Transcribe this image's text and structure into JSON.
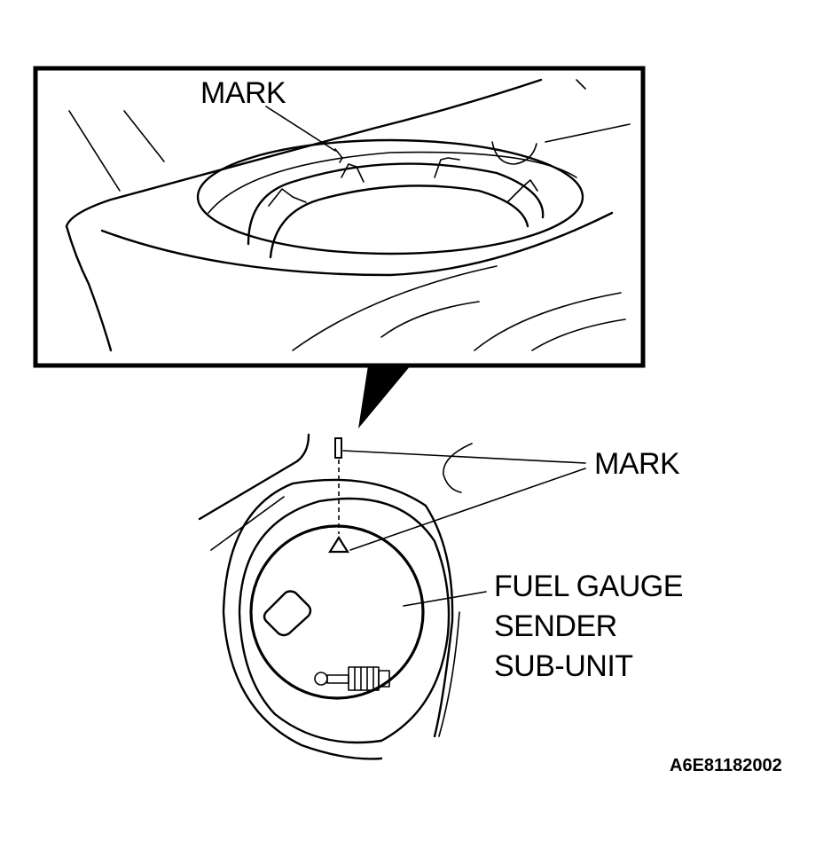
{
  "labels": {
    "top_mark": "MARK",
    "side_mark": "MARK",
    "part_line1": "FUEL GAUGE",
    "part_line2": "SENDER",
    "part_line3": "SUB-UNIT",
    "figure_code": "A6E81182002"
  }
}
